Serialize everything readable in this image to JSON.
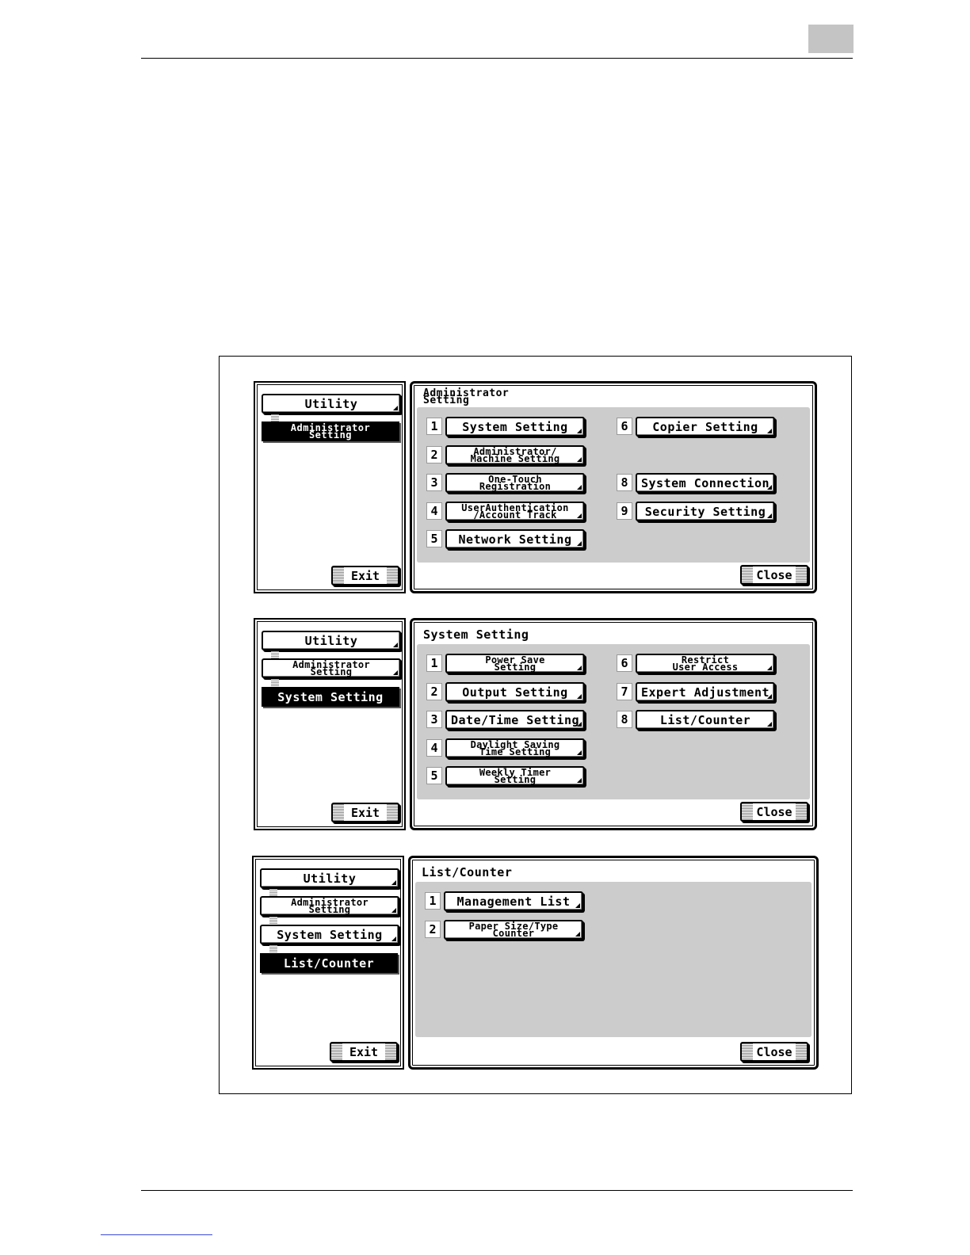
{
  "common": {
    "utility": "Utility",
    "exit": "Exit",
    "close": "Close"
  },
  "screen1": {
    "title": "Administrator\nSetting",
    "left_selected": "Administrator\nSetting",
    "buttons": [
      {
        "num": "1",
        "label": "System Setting"
      },
      {
        "num": "2",
        "label": "Administrator/\nMachine Setting"
      },
      {
        "num": "3",
        "label": "One-Touch\nRegistration"
      },
      {
        "num": "4",
        "label": "UserAuthentication\n/Account Track"
      },
      {
        "num": "5",
        "label": "Network Setting"
      },
      {
        "num": "6",
        "label": "Copier Setting"
      },
      {
        "num": "8",
        "label": "System Connection"
      },
      {
        "num": "9",
        "label": "Security Setting"
      }
    ]
  },
  "screen2": {
    "title": "System Setting",
    "left_admin": "Administrator\nSetting",
    "left_selected": "System Setting",
    "buttons": [
      {
        "num": "1",
        "label": "Power Save\nSetting"
      },
      {
        "num": "2",
        "label": "Output Setting"
      },
      {
        "num": "3",
        "label": "Date/Time Setting"
      },
      {
        "num": "4",
        "label": "Daylight Saving\nTime Setting"
      },
      {
        "num": "5",
        "label": "Weekly Timer\nSetting"
      },
      {
        "num": "6",
        "label": "Restrict\nUser Access"
      },
      {
        "num": "7",
        "label": "Expert Adjustment"
      },
      {
        "num": "8",
        "label": "List/Counter"
      }
    ]
  },
  "screen3": {
    "title": "List/Counter",
    "left_admin": "Administrator\nSetting",
    "left_system": "System Setting",
    "left_selected": "List/Counter",
    "buttons": [
      {
        "num": "1",
        "label": "Management List"
      },
      {
        "num": "2",
        "label": "Paper Size/Type\nCounter"
      }
    ]
  }
}
